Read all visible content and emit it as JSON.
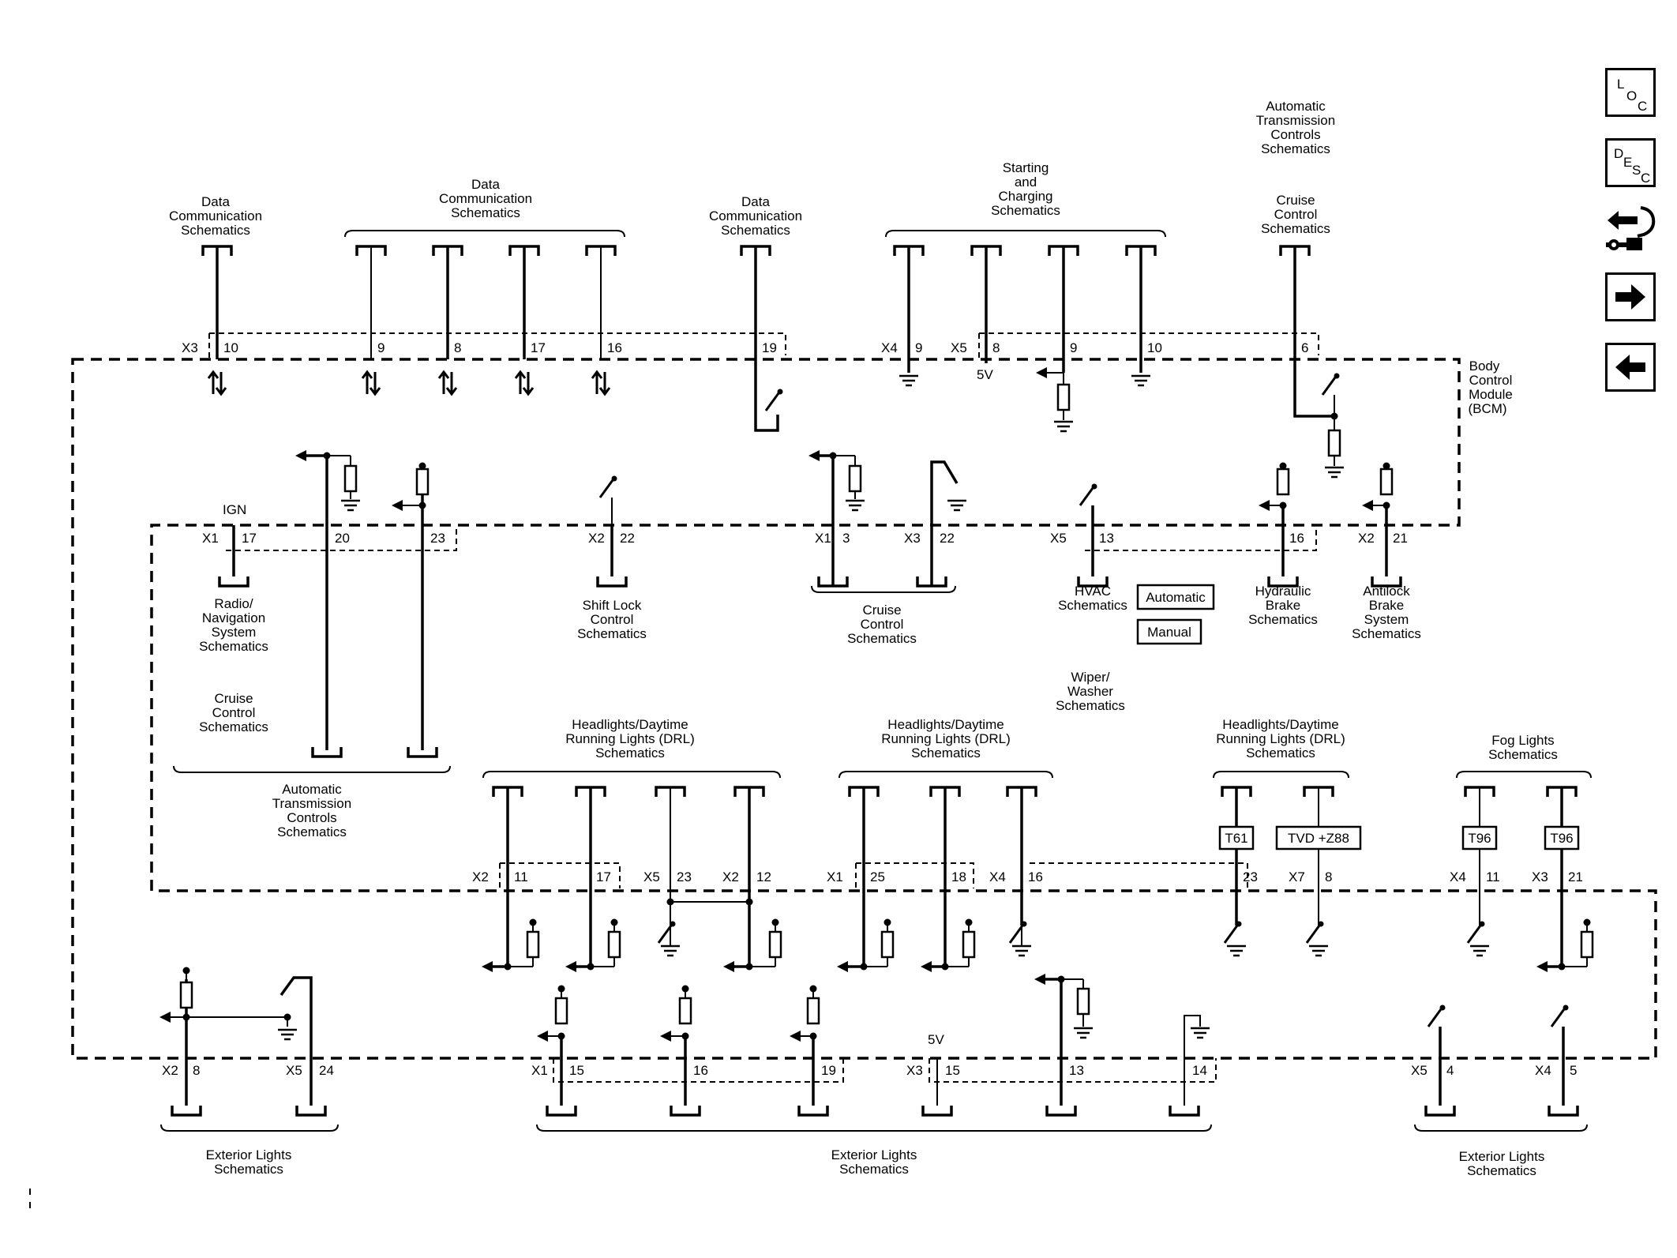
{
  "nav": {
    "loc": [
      "L",
      "O",
      "C"
    ],
    "desc": [
      "D",
      "E",
      "S",
      "C"
    ],
    "tool_icon": "wrench-arrows-icon",
    "next_icon": "arrow-right-icon",
    "prev_icon": "arrow-left-icon"
  },
  "module": {
    "label": [
      "Body",
      "Control",
      "Module",
      "(BCM)"
    ]
  },
  "top": {
    "dc1": [
      "Data",
      "Communication",
      "Schematics"
    ],
    "dc2": [
      "Data",
      "Communication",
      "Schematics"
    ],
    "dc3": [
      "Data",
      "Communication",
      "Schematics"
    ],
    "sc": [
      "Starting",
      "and",
      "Charging",
      "Schematics"
    ],
    "atc": [
      "Automatic",
      "Transmission",
      "Controls",
      "Schematics"
    ],
    "cc": [
      "Cruise",
      "Control",
      "Schematics"
    ]
  },
  "mid": {
    "ign": "IGN",
    "radio": [
      "Radio/",
      "Navigation",
      "System",
      "Schematics"
    ],
    "cruise_left": [
      "Cruise",
      "Control",
      "Schematics"
    ],
    "atc_bottom": [
      "Automatic",
      "Transmission",
      "Controls",
      "Schematics"
    ],
    "shift": [
      "Shift Lock",
      "Control",
      "Schematics"
    ],
    "cruise_center": [
      "Cruise",
      "Control",
      "Schematics"
    ],
    "hvac": [
      "HVAC",
      "Schematics"
    ],
    "hydraulic": [
      "Hydraulic",
      "Brake",
      "Schematics"
    ],
    "abs": [
      "Antilock",
      "Brake",
      "System",
      "Schematics"
    ],
    "automatic_box": "Automatic",
    "manual_box": "Manual"
  },
  "row3": {
    "wiper": [
      "Wiper/",
      "Washer",
      "Schematics"
    ],
    "hl1": [
      "Headlights/Daytime",
      "Running Lights (DRL)",
      "Schematics"
    ],
    "hl2": [
      "Headlights/Daytime",
      "Running Lights (DRL)",
      "Schematics"
    ],
    "hl3": [
      "Headlights/Daytime",
      "Running Lights (DRL)",
      "Schematics"
    ],
    "fog": [
      "Fog Lights",
      "Schematics"
    ],
    "t61": "T61",
    "tvd": "TVD +Z88",
    "t96a": "T96",
    "t96b": "T96"
  },
  "bottom": {
    "ext1": [
      "Exterior Lights",
      "Schematics"
    ],
    "ext2": [
      "Exterior Lights",
      "Schematics"
    ],
    "ext3": [
      "Exterior Lights",
      "Schematics"
    ],
    "v5": "5V"
  },
  "labels": {
    "t_x3": "X3",
    "t_10": "10",
    "t_9": "9",
    "t_8": "8",
    "t_17": "17",
    "t_16": "16",
    "t_19": "19",
    "t_x4": "X4",
    "t_9b": "9",
    "t_x5": "X5",
    "t_8b": "8",
    "t_9c": "9",
    "t_10b": "10",
    "t_6": "6",
    "t_5v": "5V",
    "m_x1": "X1",
    "m_17": "17",
    "m_20": "20",
    "m_23": "23",
    "m_x2": "X2",
    "m_22": "22",
    "m_x1b": "X1",
    "m_3": "3",
    "m_x3": "X3",
    "m_22b": "22",
    "m_x5": "X5",
    "m_13": "13",
    "m_16": "16",
    "m_x2b": "X2",
    "m_21": "21",
    "r_x2": "X2",
    "r_11": "11",
    "r_17": "17",
    "r_x5": "X5",
    "r_23": "23",
    "r_x2b": "X2",
    "r_12": "12",
    "r_x1": "X1",
    "r_25": "25",
    "r_18": "18",
    "r_x4": "X4",
    "r_16": "16",
    "r_23b": "23",
    "r_x7": "X7",
    "r_8": "8",
    "r_x4b": "X4",
    "r_11b": "11",
    "r_x3": "X3",
    "r_21": "21",
    "b_x2": "X2",
    "b_8": "8",
    "b_x5": "X5",
    "b_24": "24",
    "b_x1": "X1",
    "b_15": "15",
    "b_16": "16",
    "b_19": "19",
    "b_x3": "X3",
    "b_15b": "15",
    "b_13": "13",
    "b_14": "14",
    "b_x5b": "X5",
    "b_4": "4",
    "b_x4": "X4",
    "b_5": "5"
  }
}
